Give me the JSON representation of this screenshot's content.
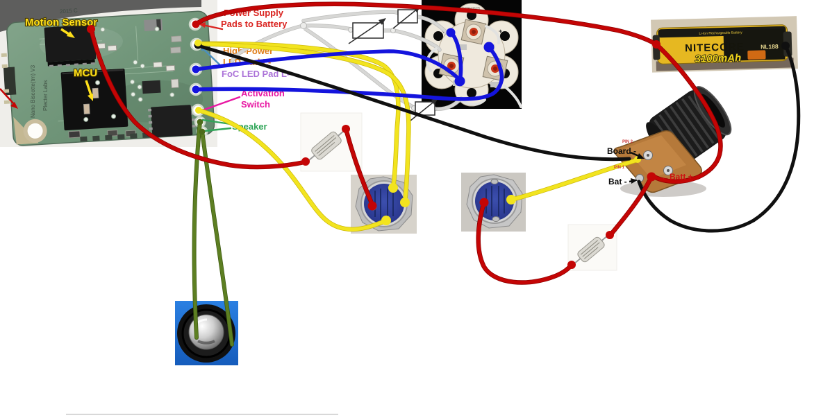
{
  "board": {
    "silk_year": "2015 C",
    "side_text_line1": "Nano Biscotte(tm) V3",
    "side_text_line2": "Plecter Labs",
    "motion_sensor_label": "Motion Sensor",
    "mcu_label": "MCU"
  },
  "pad_labels": {
    "power_supply_line1": "Power Supply",
    "power_supply_line2": "Pads to Battery",
    "high_power_line1": "High-Power",
    "high_power_line2": "LED Pad L-",
    "foc": "FoC LED Pad L-",
    "activation_line1": "Activation",
    "activation_line2": "Switch",
    "speaker": "Speaker"
  },
  "battery": {
    "band_text": "Li-Ion Rechargeable Battery",
    "brand": "NITECORE",
    "model": "NL188",
    "capacity": "3100mAh"
  },
  "recharge_port": {
    "pin2": "PIN 2",
    "board_minus": "Board -",
    "pin1": "PIN 1",
    "bat_minus": "Bat -",
    "batt_plus": "←Batt +"
  },
  "led_star": {
    "brand": "SinkPAD-II",
    "plus": "+",
    "minus": "-"
  },
  "colors": {
    "wire_red": "#c40505",
    "wire_yellow": "#f2e41f",
    "wire_blue": "#1414dd",
    "wire_black": "#101010",
    "wire_green": "#5d7f22",
    "wire_gray": "#d7d7d5",
    "label_red": "#da2420",
    "label_orange": "#e07d18",
    "label_purple": "#ab72d8",
    "label_magenta": "#e817a2",
    "label_green": "#2fa558",
    "battery_yellow": "#e6b821",
    "speaker_bg_blue": "#1e74d8"
  },
  "wires": [
    {
      "color": "red",
      "from": "board power pad +",
      "to": "battery +"
    },
    {
      "color": "red",
      "from": "battery +",
      "to": "recharge port Batt +"
    },
    {
      "color": "red",
      "from": "board",
      "to": "switch-1 via inline resistor"
    },
    {
      "color": "red",
      "from": "switch-2",
      "to": "recharge port Batt + via inline resistor"
    },
    {
      "color": "black",
      "from": "board pad",
      "to": "recharge port Board -"
    },
    {
      "color": "black",
      "from": "battery -",
      "to": "recharge port Bat -"
    },
    {
      "color": "blue",
      "from": "LED pads L-",
      "to": "LED star"
    },
    {
      "color": "yellow",
      "from": "board pads",
      "to": "switch-1"
    },
    {
      "color": "yellow",
      "from": "switch-2",
      "to": "recharge port"
    },
    {
      "color": "green",
      "from": "speaker pads",
      "to": "speaker"
    },
    {
      "color": "gray",
      "from": "LED star +",
      "to": "trimmer resistor symbols"
    }
  ]
}
